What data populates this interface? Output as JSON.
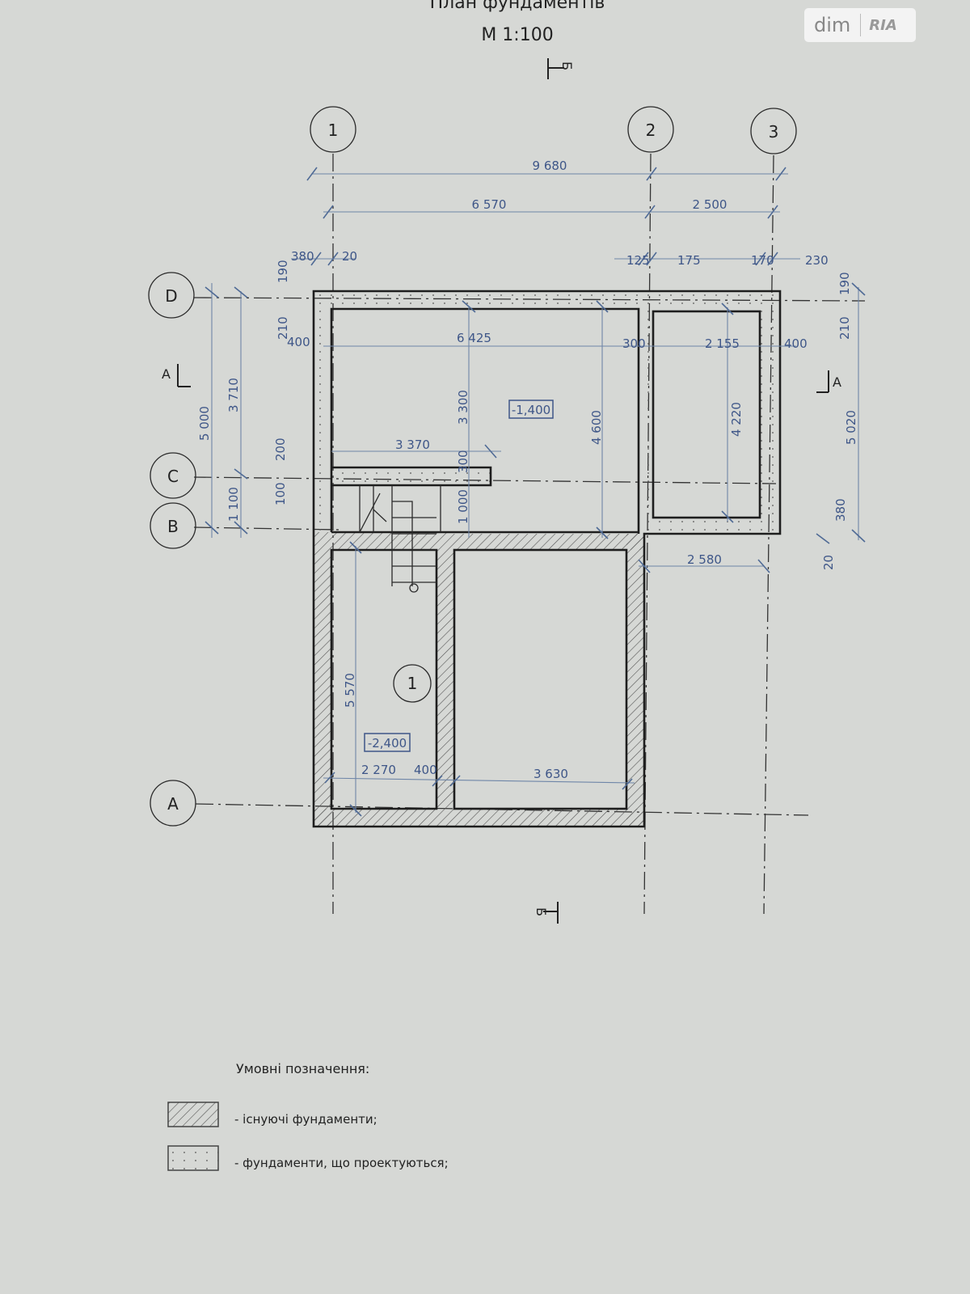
{
  "title": "План фундаментів",
  "scale": "М 1:100",
  "watermark": {
    "left": "dim",
    "right": "RIA"
  },
  "section_marks": {
    "b_top": "Б",
    "b_bottom": "Б",
    "a_left": "А",
    "a_right": "А"
  },
  "axes": {
    "vertical": [
      "1",
      "2",
      "3"
    ],
    "horizontal": [
      "D",
      "C",
      "B",
      "A"
    ]
  },
  "room_marker": "1",
  "levels": [
    "-1,400",
    "-2,400"
  ],
  "dims": {
    "top_total": "9 680",
    "top_1_2": "6 570",
    "top_2_3": "2 500",
    "t380": "380",
    "t20": "20",
    "t125": "125",
    "t175": "175",
    "t170": "170",
    "t230": "230",
    "l190": "190",
    "l210": "210",
    "l400": "400",
    "l200": "200",
    "l100": "100",
    "l5000": "5 000",
    "l3710": "3 710",
    "l1100": "1 100",
    "i6425": "6 425",
    "i300a": "300",
    "i2155": "2 155",
    "r400": "400",
    "i3300": "3 300",
    "i3370": "3 370",
    "i300b": "300",
    "i1000": "1 000",
    "i4600": "4 600",
    "i4220": "4 220",
    "r190": "190",
    "r210": "210",
    "r5020": "5 020",
    "r380": "380",
    "r20": "20",
    "r2580": "2 580",
    "i5570": "5 570",
    "b2270": "2 270",
    "b400": "400",
    "b3630": "3 630"
  },
  "legend": {
    "heading": "Умовні позначення:",
    "items": [
      {
        "label": "- існуючі фундаменти;",
        "pattern": "hatched"
      },
      {
        "label": "- фундаменти, що проектуються;",
        "pattern": "dotted"
      }
    ]
  },
  "colors": {
    "paper": "#d6d8d5",
    "dimension_blue": "#3e5688",
    "ink": "#1e1e1e"
  }
}
